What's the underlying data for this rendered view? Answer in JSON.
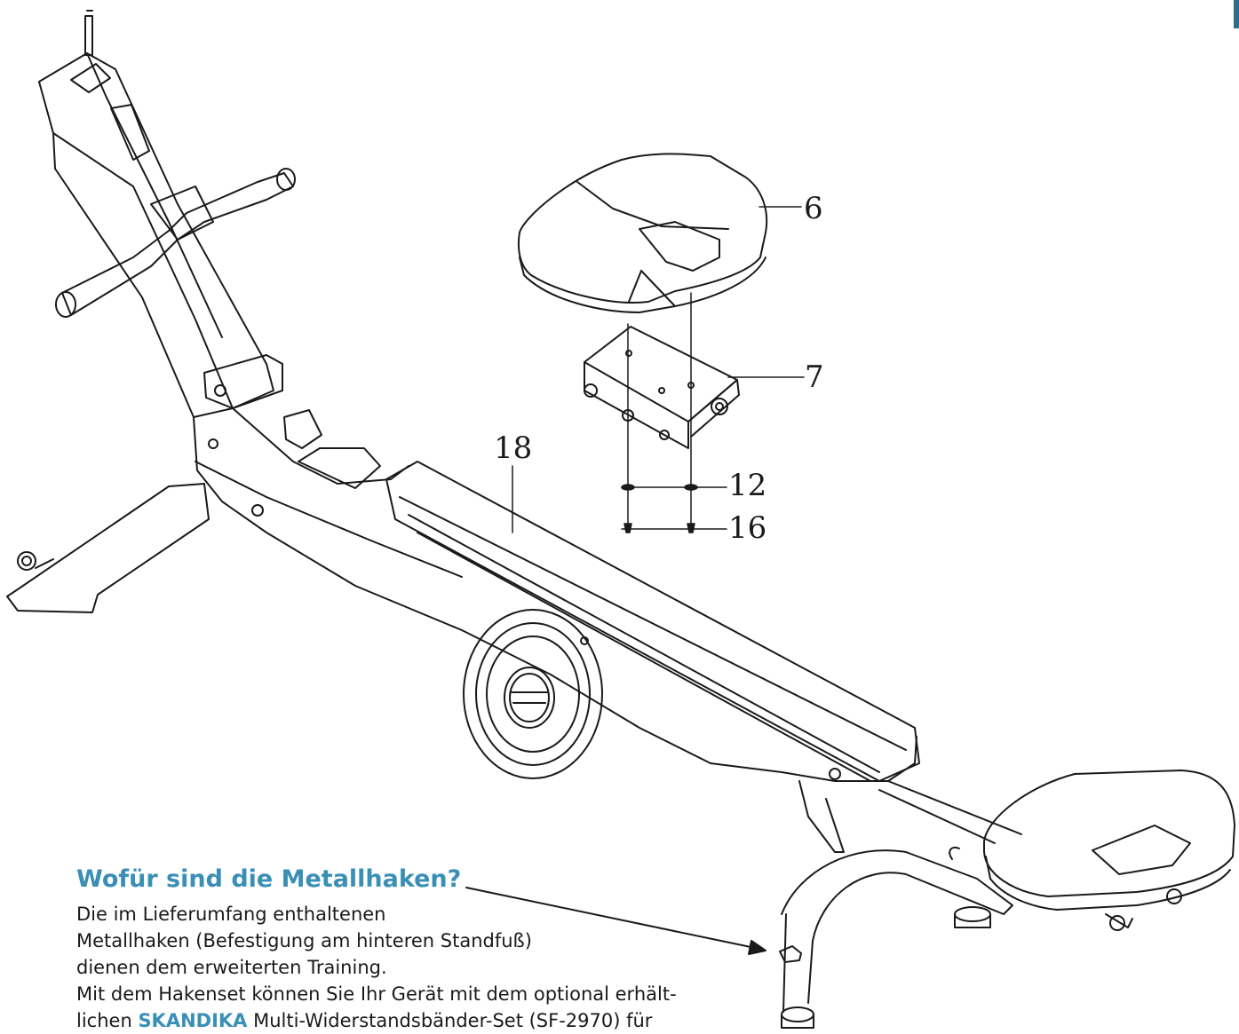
{
  "diagram": {
    "part_labels": {
      "seat": "6",
      "seat_bracket": "7",
      "rail": "18",
      "washer": "12",
      "screw": "16"
    }
  },
  "callout": {
    "title": "Wofür sind die Metallhaken?",
    "line1": "Die im Lieferumfang enthaltenen",
    "line2": "Metallhaken (Befestigung am hinteren Standfuß)",
    "line3": "dienen dem erweiterten Training.",
    "line4": "Mit dem Hakenset können Sie Ihr Gerät mit dem optional erhält-",
    "line5_before": "lichen ",
    "brand": "SKANDIKA",
    "line5_after": " Multi-Widerstandsbänder-Set (SF-2970) für"
  },
  "colors": {
    "accent": "#3a8fb6",
    "line": "#1a1a1a"
  }
}
